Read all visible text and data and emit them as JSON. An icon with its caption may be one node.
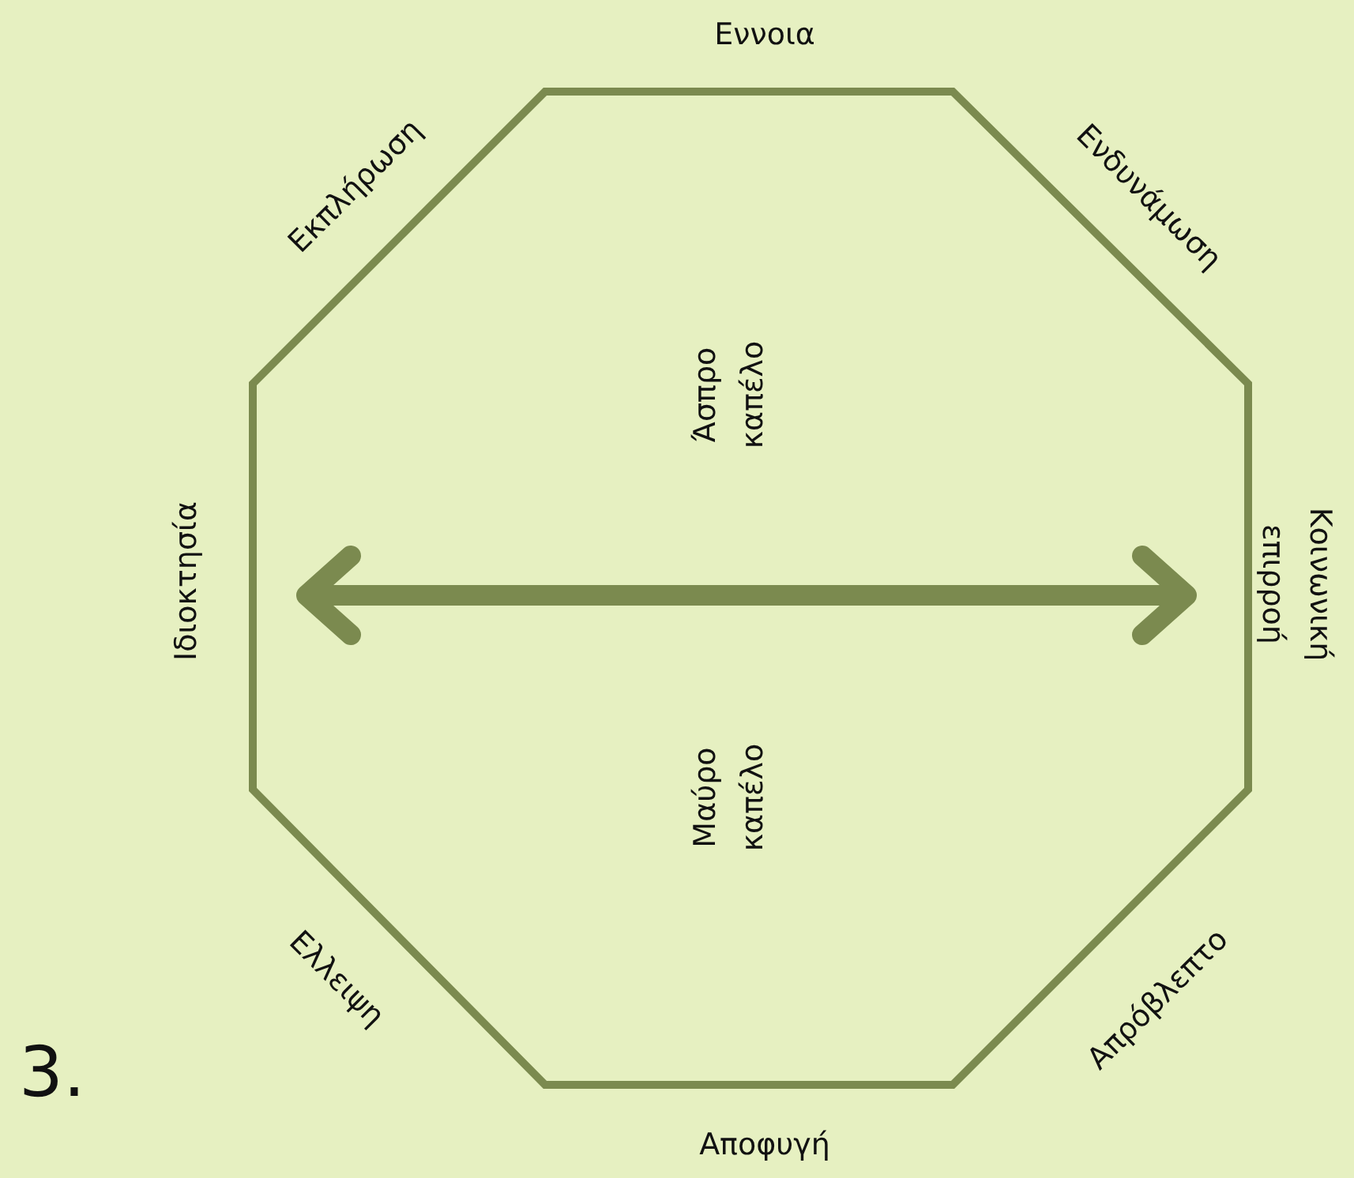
{
  "diagram": {
    "nodes": [
      {
        "text": [
          "Άσπρο καπέλο",
          "Μαύρο καπέλο"
        ],
        "beside": [
          "Εννοια",
          "Ενδυνάμωση",
          "Κοινωνική επιρροή",
          "Απρόβλεπτο",
          "Αποφυγή",
          "Ελλειψη",
          "Ιδιοκτησία",
          "Εκπλήρωση"
        ]
      }
    ],
    "labels": [
      "3."
    ]
  }
}
